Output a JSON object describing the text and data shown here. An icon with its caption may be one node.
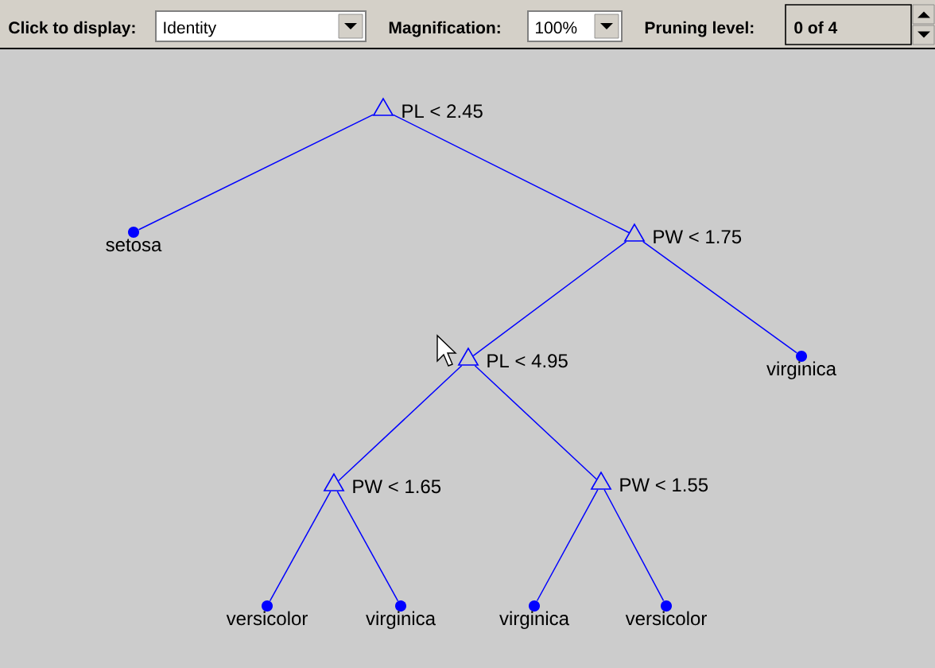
{
  "diagram": {
    "nodes": [
      {
        "text": [],
        "shape": "triangle",
        "beside": [
          "PL < 2.45"
        ]
      },
      {
        "text": [],
        "shape": "circle",
        "beside": [
          "setosa"
        ]
      },
      {
        "text": [],
        "shape": "triangle",
        "beside": [
          "PW < 1.75"
        ]
      },
      {
        "text": [],
        "shape": "triangle",
        "beside": [
          "PL < 4.95"
        ]
      },
      {
        "text": [],
        "shape": "circle",
        "beside": [
          "virginica"
        ]
      },
      {
        "text": [],
        "shape": "triangle",
        "beside": [
          "PW < 1.65"
        ]
      },
      {
        "text": [],
        "shape": "triangle",
        "beside": [
          "PW < 1.55"
        ]
      },
      {
        "text": [],
        "shape": "circle",
        "beside": [
          "versicolor"
        ]
      },
      {
        "text": [],
        "shape": "circle",
        "beside": [
          "virginica"
        ]
      },
      {
        "text": [],
        "shape": "circle",
        "beside": [
          "virginica"
        ]
      },
      {
        "text": [],
        "shape": "circle",
        "beside": [
          "versicolor"
        ]
      }
    ],
    "edges": [
      {
        "from": 0,
        "to": 1,
        "arrow": "none"
      },
      {
        "from": 0,
        "to": 2,
        "arrow": "none"
      },
      {
        "from": 2,
        "to": 3,
        "arrow": "none"
      },
      {
        "from": 2,
        "to": 4,
        "arrow": "none"
      },
      {
        "from": 3,
        "to": 5,
        "arrow": "none"
      },
      {
        "from": 3,
        "to": 6,
        "arrow": "none"
      },
      {
        "from": 5,
        "to": 7,
        "arrow": "none"
      },
      {
        "from": 5,
        "to": 8,
        "arrow": "none"
      },
      {
        "from": 6,
        "to": 9,
        "arrow": "none"
      },
      {
        "from": 6,
        "to": 10,
        "arrow": "none"
      }
    ],
    "labels": [
      "Click to display:",
      "Identity",
      "Magnification:",
      "100%",
      "Pruning level:",
      "0 of 4"
    ]
  }
}
